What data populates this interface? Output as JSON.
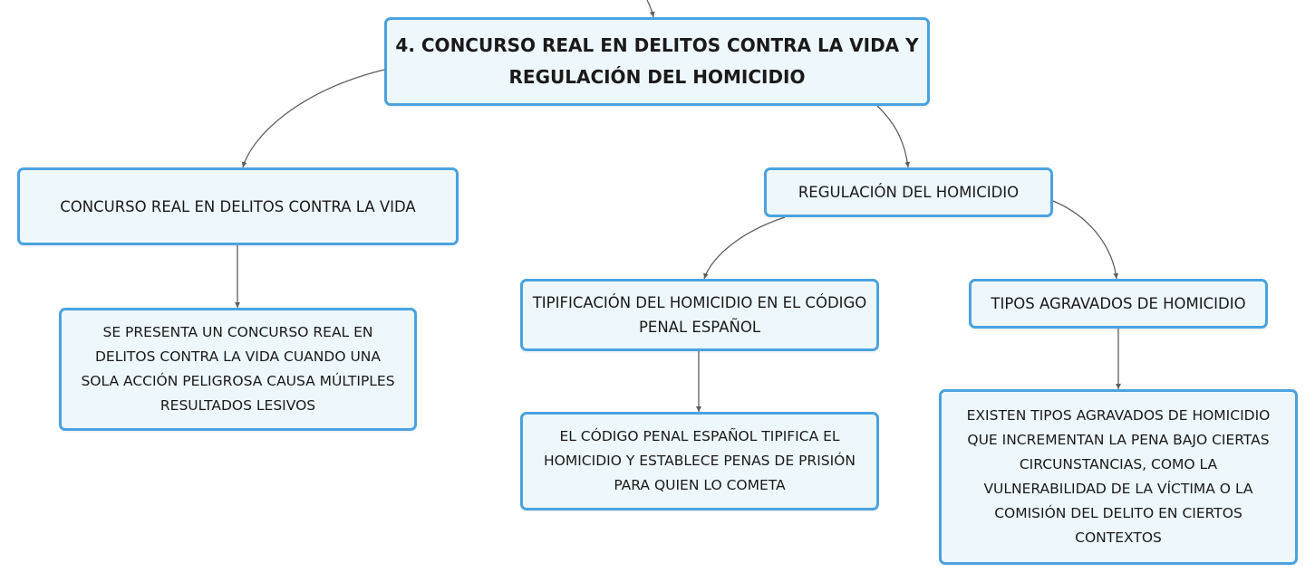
{
  "mindmap": {
    "root": {
      "line1": "4. CONCURSO REAL EN DELITOS CONTRA LA VIDA Y",
      "line2": "REGULACIÓN DEL HOMICIDIO"
    },
    "concurso": {
      "label": "CONCURSO REAL EN DELITOS CONTRA LA VIDA",
      "description": [
        "SE PRESENTA UN CONCURSO REAL EN",
        "DELITOS CONTRA LA VIDA CUANDO UNA",
        "SOLA ACCIÓN PELIGROSA CAUSA MÚLTIPLES",
        "RESULTADOS LESIVOS"
      ]
    },
    "regulacion": {
      "label": "REGULACIÓN DEL HOMICIDIO",
      "tipificacion": {
        "label": [
          "TIPIFICACIÓN DEL HOMICIDIO EN EL CÓDIGO",
          "PENAL ESPAÑOL"
        ],
        "description": [
          "EL CÓDIGO PENAL ESPAÑOL TIPIFICA EL",
          "HOMICIDIO Y ESTABLECE PENAS DE PRISIÓN",
          "PARA QUIEN LO COMETA"
        ]
      },
      "tipos": {
        "label": "TIPOS AGRAVADOS DE HOMICIDIO",
        "description": [
          "EXISTEN TIPOS AGRAVADOS DE HOMICIDIO",
          "QUE INCREMENTAN LA PENA BAJO CIERTAS",
          "CIRCUNSTANCIAS, COMO LA",
          "VULNERABILIDAD DE LA VÍCTIMA O LA",
          "COMISIÓN DEL DELITO EN CIERTOS",
          "CONTEXTOS"
        ]
      }
    }
  },
  "colors": {
    "node_border": "#4aa3df",
    "node_fill": "#eef7fc",
    "connector": "#5f5f5f"
  }
}
